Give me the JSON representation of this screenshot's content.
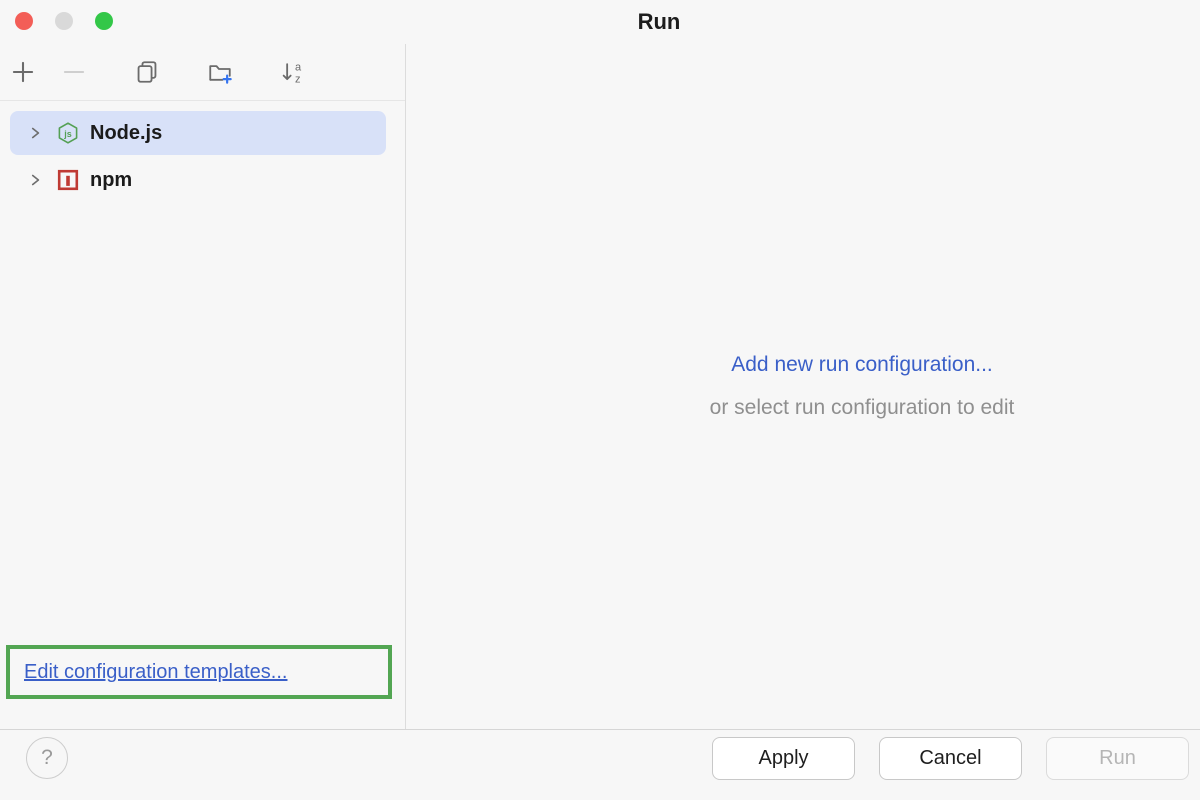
{
  "window": {
    "title": "Run",
    "controls": [
      "close",
      "minimize",
      "zoom"
    ]
  },
  "sidebar": {
    "toolbar_icons": [
      {
        "name": "add-icon"
      },
      {
        "name": "remove-icon",
        "disabled": true
      },
      {
        "name": "copy-icon"
      },
      {
        "name": "new-folder-icon"
      },
      {
        "name": "sort-alphabetically-icon"
      }
    ],
    "items": [
      {
        "label": "Node.js",
        "icon": "nodejs-icon",
        "selected": true,
        "expandable": true
      },
      {
        "label": "npm",
        "icon": "npm-icon",
        "selected": false,
        "expandable": true
      }
    ],
    "edit_templates": "Edit configuration templates..."
  },
  "main": {
    "add_link": "Add new run configuration...",
    "hint": "or select run configuration to edit"
  },
  "footer": {
    "help": "?",
    "apply": "Apply",
    "cancel": "Cancel",
    "run": "Run"
  },
  "colors": {
    "selection": "#d8e1f8",
    "link_blue": "#3a5fc8",
    "hint_gray": "#8f8f8f",
    "annotation_green": "#53a653",
    "node_green": "#54a054",
    "npm_red": "#bf3a34"
  }
}
